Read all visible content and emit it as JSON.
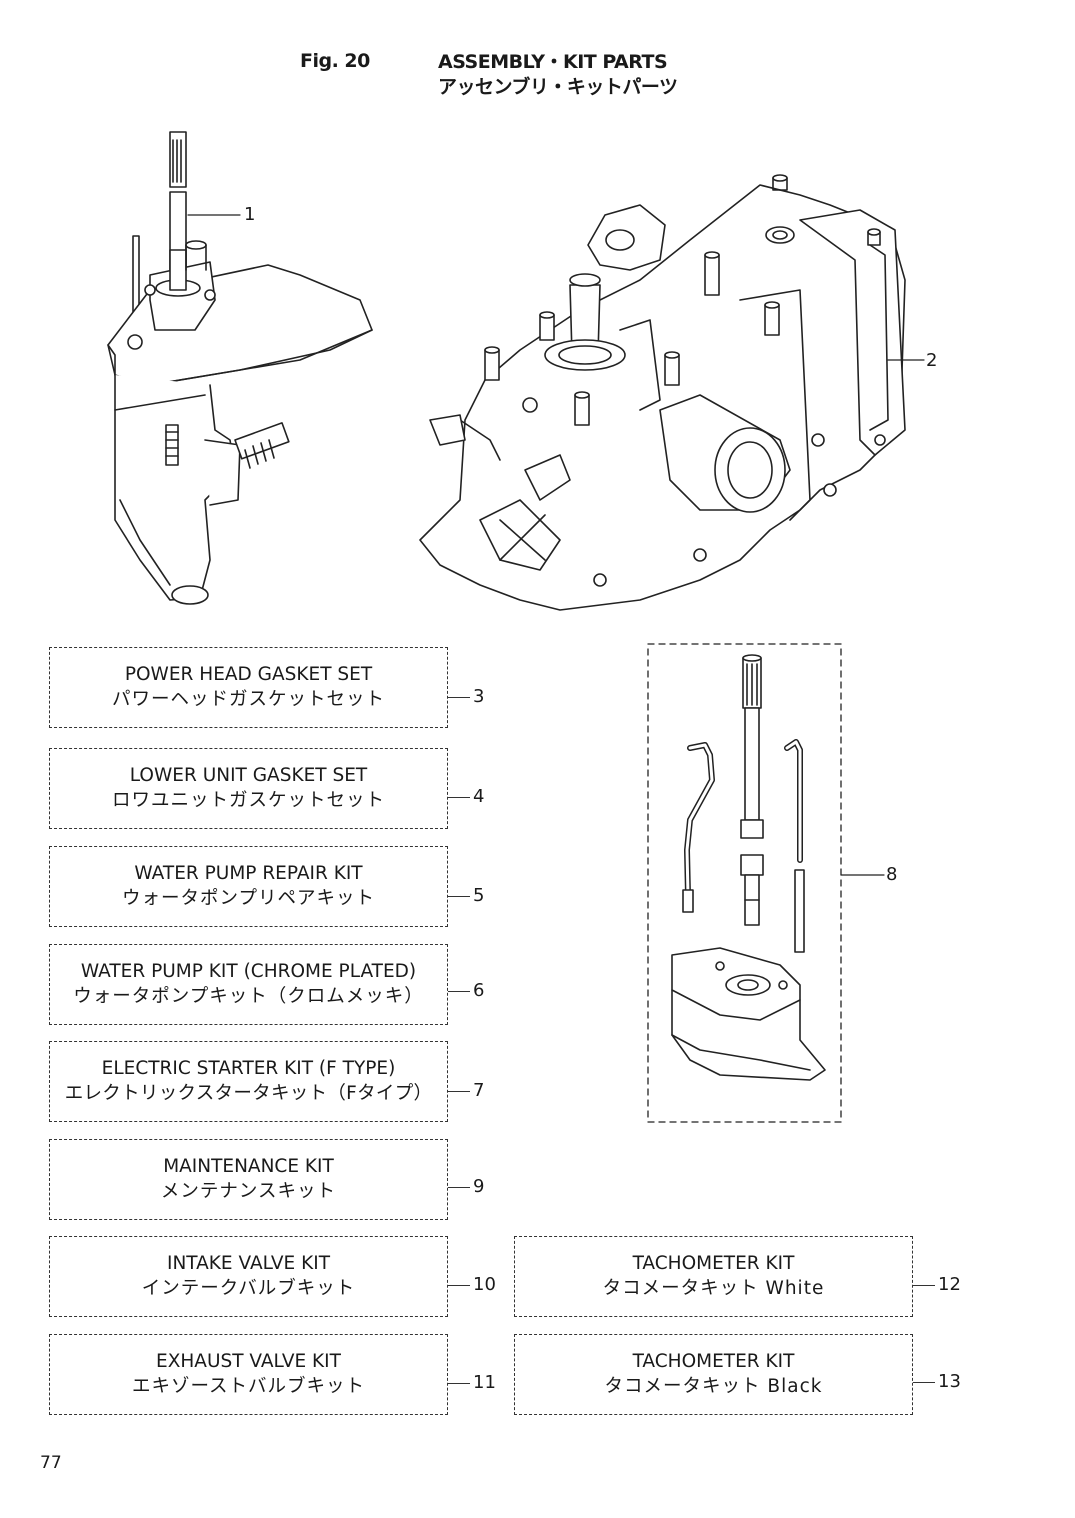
{
  "header": {
    "figure_label": "Fig. 20",
    "title_en": "ASSEMBLY・KIT PARTS",
    "title_ja": "アッセンブリ・キットパーツ"
  },
  "callouts": {
    "part1": "1",
    "part2": "2",
    "part8": "8"
  },
  "kits": [
    {
      "en": "POWER HEAD GASKET SET",
      "ja": "パワーヘッドガスケットセット",
      "ref": "3"
    },
    {
      "en": "LOWER UNIT GASKET SET",
      "ja": "ロワユニットガスケットセット",
      "ref": "4"
    },
    {
      "en": "WATER PUMP REPAIR KIT",
      "ja": "ウォータポンプリペアキット",
      "ref": "5"
    },
    {
      "en": "WATER PUMP KIT (CHROME PLATED)",
      "ja": "ウォータポンプキット（クロムメッキ）",
      "ref": "6"
    },
    {
      "en": "ELECTRIC STARTER KIT (F TYPE)",
      "ja": "エレクトリックスタータキット（Fタイプ）",
      "ref": "7"
    },
    {
      "en": "MAINTENANCE KIT",
      "ja": "メンテナンスキット",
      "ref": "9"
    },
    {
      "en": "INTAKE VALVE KIT",
      "ja": "インテークバルブキット",
      "ref": "10"
    },
    {
      "en": "EXHAUST VALVE KIT",
      "ja": "エキゾーストバルブキット",
      "ref": "11"
    },
    {
      "en": "TACHOMETER KIT",
      "ja": "タコメータキット White",
      "ref": "12"
    },
    {
      "en": "TACHOMETER KIT",
      "ja": "タコメータキット Black",
      "ref": "13"
    }
  ],
  "footer": {
    "page_number": "77"
  }
}
